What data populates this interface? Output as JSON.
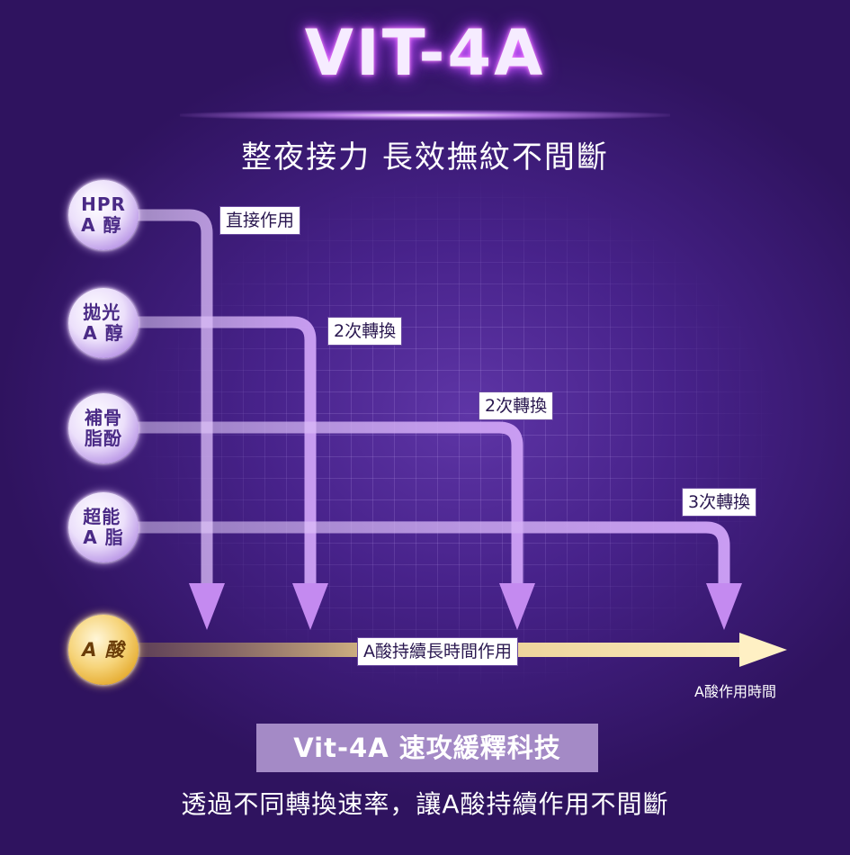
{
  "title": "VIT-4A",
  "subtitle": "整夜接力 長效撫紋不間斷",
  "ingredients": [
    {
      "id": "hpr",
      "label": "HPR\nA 醇",
      "label_line1": "HPR",
      "label_line2": "A 醇",
      "conversion": "直接作用"
    },
    {
      "id": "polish",
      "label": "拋光 A 醇",
      "label_line1": "拋光",
      "label_line2": "A 醇",
      "conversion": "2次轉換"
    },
    {
      "id": "retinyl",
      "label": "補骨脂酚",
      "label_line1": "補骨",
      "label_line2": "脂酚",
      "conversion": "2次轉換"
    },
    {
      "id": "super",
      "label": "超能 A 脂",
      "label_line1": "超能",
      "label_line2": "A 脂",
      "conversion": "3次轉換"
    }
  ],
  "acid": {
    "label": "A 酸",
    "bar_label": "A酸持續長時間作用",
    "axis_label": "A酸作用時間"
  },
  "tech_banner": "Vit-4A 速攻緩釋科技",
  "bottom_caption": "透過不同轉換速率，讓A酸持續作用不間斷",
  "colors": {
    "background": "#3a1a72",
    "flow": "#c79af0",
    "acid_flow": "#f6e2a8",
    "title_glow": "#d05cff"
  }
}
